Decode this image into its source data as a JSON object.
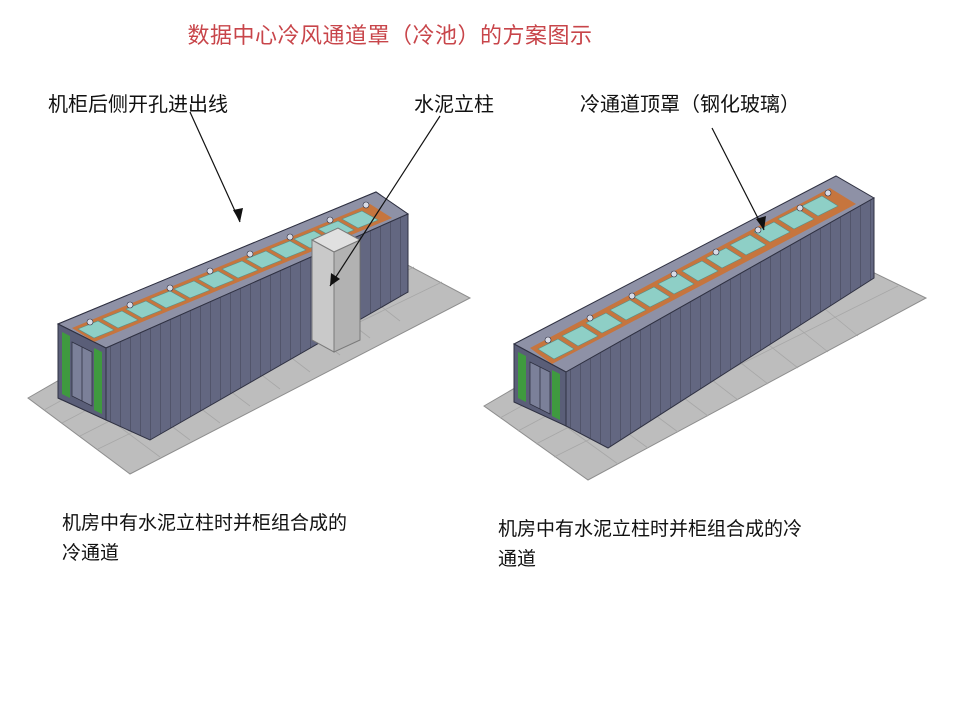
{
  "title": "数据中心冷风通道罩（冷池）的方案图示",
  "labels": {
    "cable_holes": "机柜后侧开孔进出线",
    "concrete_pillar": "水泥立柱",
    "top_cover": "冷通道顶罩（钢化玻璃）"
  },
  "captions": {
    "left_line1": "机房中有水泥立柱时并柜组合成的",
    "left_line2": "冷通道",
    "right_line1": "机房中有水泥立柱时并柜组合成的冷",
    "right_line2": "通道"
  },
  "colors": {
    "title": "#c8454a",
    "floor": "#bdbdbd",
    "rack_front": "#6b6f8a",
    "rack_side": "#575b74",
    "rack_top": "#8e91a6",
    "glass": "#8ecfc6",
    "glass_frame": "#c6753e",
    "door_frame": "#3f9a3f",
    "pillar": "#c9c9c9"
  }
}
